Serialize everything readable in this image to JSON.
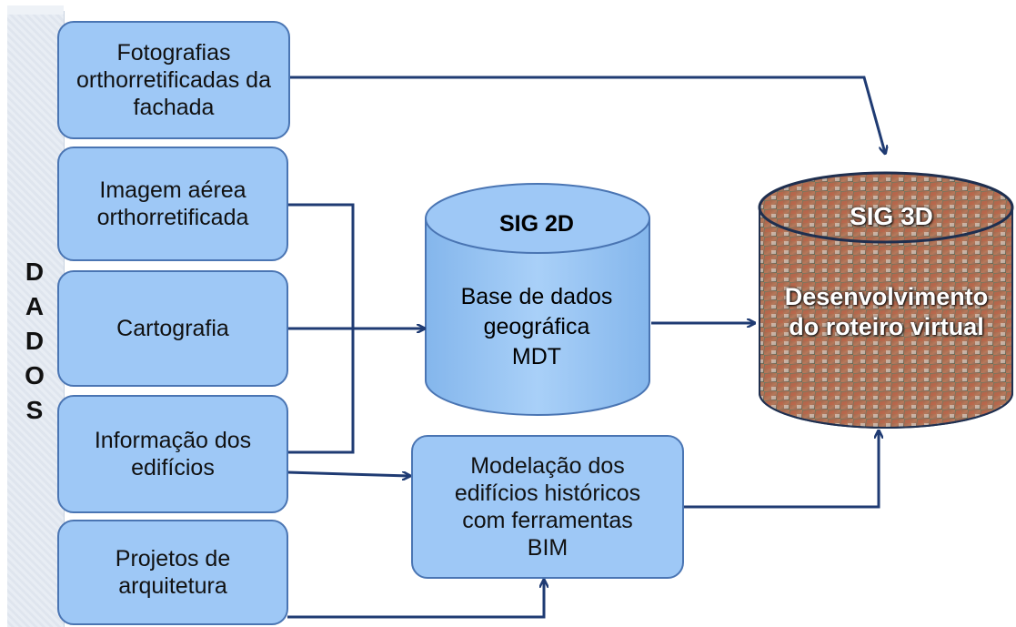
{
  "side_label": [
    "D",
    "A",
    "D",
    "O",
    "S"
  ],
  "data_sources": [
    {
      "label": "Fotografias\northorretificadas da\nfachada"
    },
    {
      "label": "Imagem aérea\northorretificada"
    },
    {
      "label": "Cartografia"
    },
    {
      "label": "Informação dos\nedifícios"
    },
    {
      "label": "Projetos de\narquitetura"
    }
  ],
  "sig2d": {
    "title": "SIG 2D",
    "body": "Base de dados\ngeográfica\nMDT"
  },
  "modelacao": {
    "label": "Modelação dos\nedifícios históricos\ncom ferramentas\nBIM"
  },
  "sig3d": {
    "title": "SIG 3D",
    "body": "Desenvolvimento\ndo roteiro virtual"
  },
  "colors": {
    "box_fill": "#9ec8f6",
    "box_border": "#4a75b3",
    "arrow": "#1f3b73"
  }
}
